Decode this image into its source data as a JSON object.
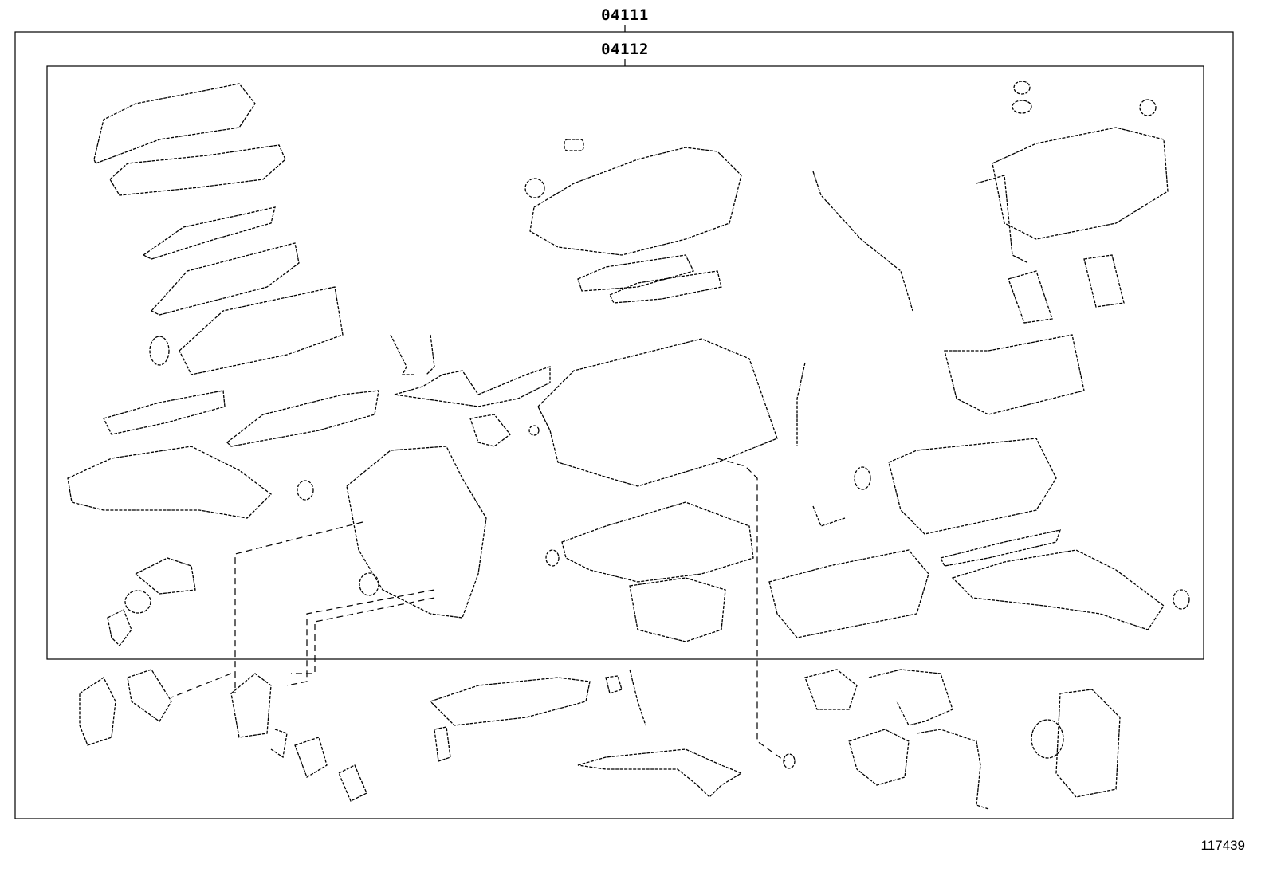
{
  "diagram": {
    "outer_kit_label": "04111",
    "inner_kit_label": "04112",
    "figure_number": "117439"
  }
}
